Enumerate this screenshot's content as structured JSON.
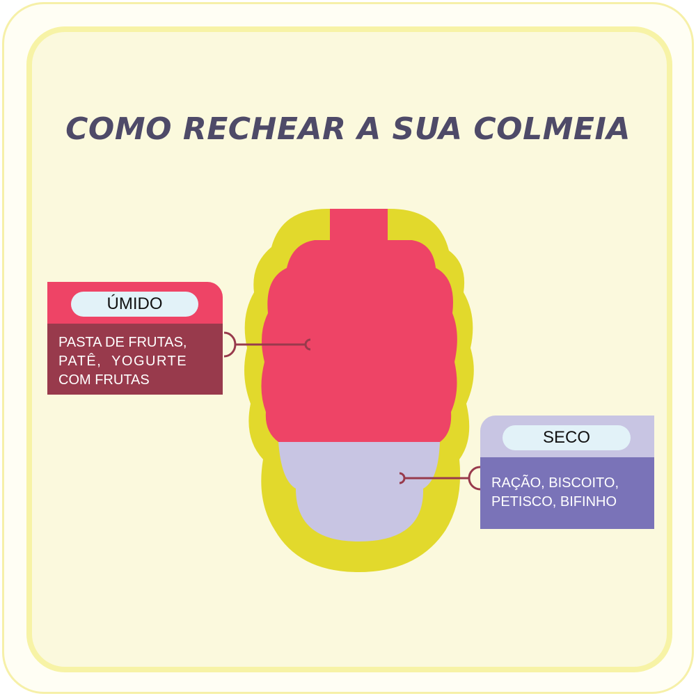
{
  "title": "COMO RECHEAR A SUA COLMEIA",
  "umido": {
    "label": "ÚMIDO",
    "lines": [
      "PASTA DE FRUTAS,",
      "PATÊ,  YOGURTE",
      "COM FRUTAS"
    ]
  },
  "seco": {
    "label": "SECO",
    "lines": [
      "RAÇÃO, BISCOITO,",
      "PETISCO, BIFINHO"
    ]
  },
  "colors": {
    "hive": "#e2d92c",
    "wet": "#ee4466",
    "dry": "#c8c5e3",
    "connector": "#983a4c"
  }
}
